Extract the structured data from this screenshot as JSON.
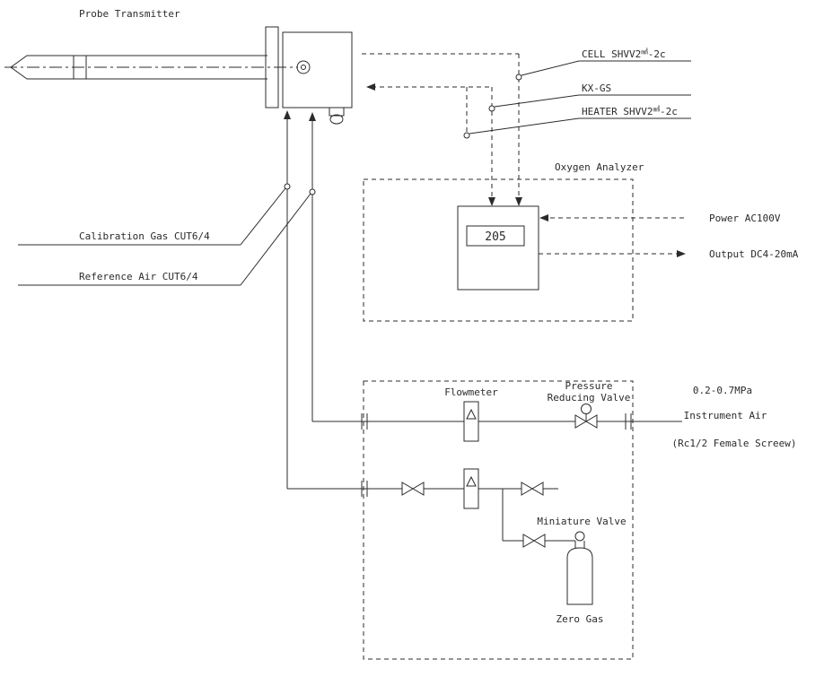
{
  "diagram": {
    "probe": {
      "title": "Probe Transmitter"
    },
    "cables": {
      "cell": {
        "pre": "CELL SHVV2",
        "sup": "㎟",
        "post": "-2c"
      },
      "kx": {
        "label": "KX-GS"
      },
      "heater": {
        "pre": "HEATER SHVV2",
        "sup": "㎟",
        "post": "-2c"
      }
    },
    "analyzer": {
      "title": "Oxygen Analyzer",
      "display_value": "205",
      "power_label": "Power AC100V",
      "output_label": "Output DC4-20mA"
    },
    "gas_lines": {
      "calibration": "Calibration Gas CUT6/4",
      "reference": "Reference Air CUT6/4"
    },
    "piping": {
      "flowmeter_label": "Flowmeter",
      "prv_line1": "Pressure",
      "prv_line2": "Reducing Valve",
      "pressure_range": "0.2-0.7MPa",
      "instrument_air": "Instrument Air",
      "thread_spec": "(Rc1/2 Female Screew)",
      "miniature_valve": "Miniature Valve",
      "zero_gas": "Zero Gas"
    },
    "colors": {
      "line": "#2b2b2b",
      "background": "#ffffff"
    }
  }
}
